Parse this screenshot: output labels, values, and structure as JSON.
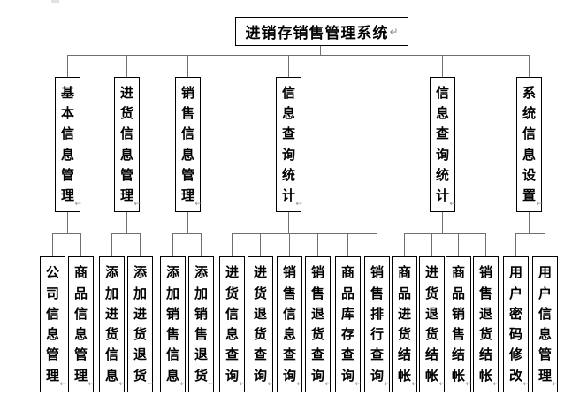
{
  "diagram": {
    "root": {
      "label": "进销存销售管理系统"
    },
    "branches": [
      {
        "label": "基本信息管理",
        "children": [
          {
            "label": "公司信息管理"
          },
          {
            "label": "商品信息管理"
          }
        ]
      },
      {
        "label": "进货信息管理",
        "children": [
          {
            "label": "添加进货信息"
          },
          {
            "label": "添加进货退货"
          }
        ]
      },
      {
        "label": "销售信息管理",
        "children": [
          {
            "label": "添加销售信息"
          },
          {
            "label": "添加销售退货"
          }
        ]
      },
      {
        "label": "信息查询统计",
        "children": [
          {
            "label": "进货信息查询"
          },
          {
            "label": "进货退货查询"
          },
          {
            "label": "销售信息查询"
          },
          {
            "label": "销售退货查询"
          },
          {
            "label": "商品库存查询"
          },
          {
            "label": "销售排行查询"
          }
        ]
      },
      {
        "label": "信息查询统计",
        "children": [
          {
            "label": "商品进货结帐"
          },
          {
            "label": "进货退货结帐"
          },
          {
            "label": "商品销售结帐"
          },
          {
            "label": "销售退货结帐"
          }
        ]
      },
      {
        "label": "系统信息设置",
        "children": [
          {
            "label": "用户密码修改"
          },
          {
            "label": "用户信息管理"
          }
        ]
      }
    ],
    "marks": {
      "paragraph_return": "↵",
      "vertical_text_end": "←"
    },
    "colors": {
      "connector": "#6f6f6f",
      "box_border": "#000000",
      "background": "#ffffff",
      "text": "#000000",
      "mark": "#909090"
    }
  }
}
